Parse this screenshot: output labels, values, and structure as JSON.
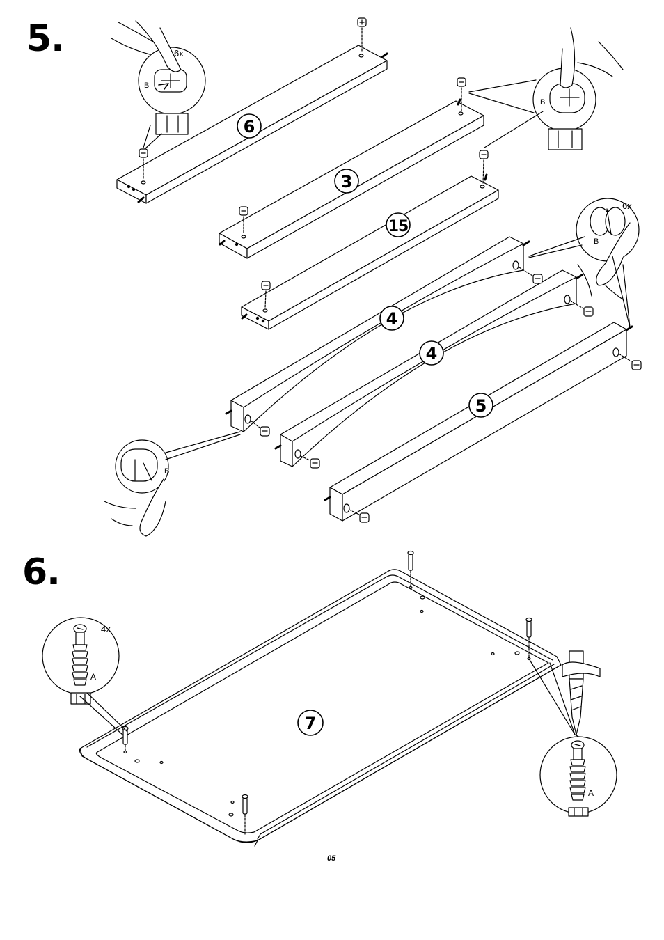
{
  "step5": {
    "title": "5.",
    "callouts": {
      "cam_top_left": {
        "count": "6x",
        "letter": "B"
      },
      "cam_top_right": {
        "letter": "B"
      },
      "cam_right": {
        "count": "6x",
        "letter": "B"
      },
      "cam_bottom_left": {
        "letter": "B"
      }
    },
    "parts": {
      "p6": "6",
      "p3": "3",
      "p15": "15",
      "p4a": "4",
      "p4b": "4",
      "p5": "5"
    }
  },
  "step6": {
    "title": "6.",
    "callouts": {
      "dowel_left": {
        "count": "4x",
        "letter": "A"
      },
      "dowel_right": {
        "letter": "A"
      }
    },
    "panel": "7"
  },
  "page_number": "05"
}
